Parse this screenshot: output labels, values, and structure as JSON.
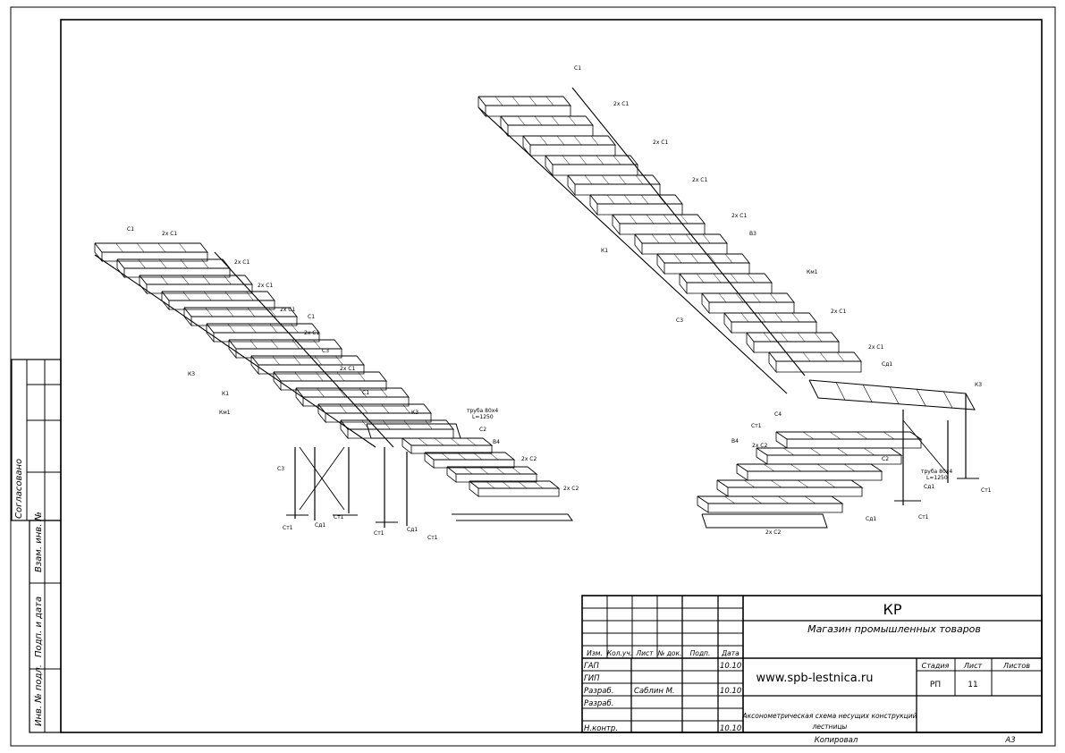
{
  "side_stamp": {
    "agreed": "Согласовано",
    "inv_replace": "Взам. инв. №",
    "sign_date": "Подп. и дата",
    "inv_orig": "Инв. № подл."
  },
  "title_block": {
    "code": "КР",
    "project": "Магазин промышленных товаров",
    "site": "www.spb-lestnica.ru",
    "col_headers": [
      "Изм.",
      "Кол.уч.",
      "Лист",
      "№ док.",
      "Подп.",
      "Дата"
    ],
    "rows": [
      {
        "role": "ГАП",
        "name": "",
        "date": "10.10"
      },
      {
        "role": "ГИП",
        "name": "",
        "date": ""
      },
      {
        "role": "Разраб.",
        "name": "Саблин М.",
        "date": "10.10"
      },
      {
        "role": "Разраб.",
        "name": "",
        "date": ""
      },
      {
        "role": "",
        "name": "",
        "date": ""
      },
      {
        "role": "Н.контр.",
        "name": "",
        "date": "10.10"
      }
    ],
    "stage_label": "Стадия",
    "sheet_label": "Лист",
    "sheets_label": "Листов",
    "stage": "РП",
    "sheet": "11",
    "sheets": "",
    "description_line1": "Аксонометрическая схема несущих конструкций",
    "description_line2": "лестницы",
    "copied": "Копировал",
    "format": "А3"
  },
  "labels": {
    "l_C1a": "С1",
    "l_2xC1a": "2х С1",
    "l_2xC1b": "2х С1",
    "l_2xC1c": "2х С1",
    "l_2xC1d": "2х С1",
    "l_C1b": "С1",
    "l_2xC1e": "2х С1",
    "l_C3": "С3",
    "l_2xC1f": "2х С1",
    "l_C1c": "С1",
    "l_K3": "К3",
    "l_Km1": "Км1",
    "l_K1": "К1",
    "l_K3b": "К3",
    "l_tube": "труба 80х4",
    "l_tube2": "L=1250",
    "l_C2": "С2",
    "l_B4": "В4",
    "l_2xC2a": "2х С2",
    "l_2xC2b": "2х С2",
    "l_C3b": "С3",
    "l_Cm1a": "Ст1",
    "l_Cm1b": "Ст1",
    "l_Cm1c": "Ст1",
    "l_Cd1a": "Сд1",
    "l_Cd1b": "Сд1",
    "l_Cm1d": "Ст1",
    "r_C1a": "С1",
    "r_2xC1a": "2х С1",
    "r_2xC1b": "2х С1",
    "r_2xC1c": "2х С1",
    "r_2xC1d": "2х С1",
    "r_K1": "К1",
    "r_B3": "В3",
    "r_Km1": "Км1",
    "r_C3": "С3",
    "r_2xC1e": "2х С1",
    "r_2xC1f": "2х С1",
    "r_Cd1": "Сд1",
    "r_K3": "К3",
    "r_Cm1a": "Ст1",
    "r_C4": "С4",
    "r_B4": "В4",
    "r_2xC2a": "2х С2",
    "r_C2": "С2",
    "r_tube": "труба 80х4",
    "r_tube2": "L=1250",
    "r_2xC2b": "2х С2",
    "r_Cd1b": "Сд1",
    "r_Cm1b": "Ст1",
    "r_Cm1c": "Ст1",
    "r_Cd1c": "Сд1"
  }
}
